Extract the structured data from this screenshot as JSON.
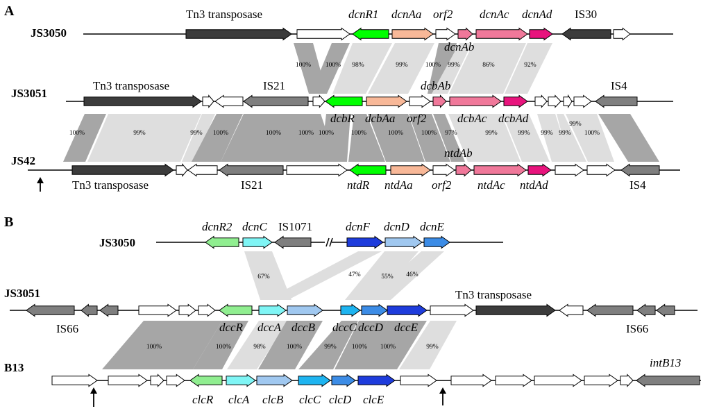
{
  "panels": {
    "A": {
      "letter": "A",
      "strains": {
        "js3050": "JS3050",
        "js3051": "JS3051",
        "js42": "JS42"
      },
      "labels_js3050": [
        "Tn3 transposase",
        "dcnR1",
        "dcnAa",
        "orf2",
        "dcnAb",
        "dcnAc",
        "dcnAd",
        "IS30"
      ],
      "labels_js3051": [
        "Tn3 transposase",
        "IS21",
        "dcbAb",
        "IS4",
        "dcbR",
        "dcbAa",
        "orf2",
        "dcbAc",
        "dcbAd"
      ],
      "labels_js42": [
        "ntdAb",
        "Tn3 transposase",
        "IS21",
        "ntdR",
        "ntdAa",
        "orf2",
        "ntdAc",
        "ntdAd",
        "IS4"
      ],
      "identities_top": [
        "100%",
        "100%",
        "98%",
        "99%",
        "100%",
        "99%",
        "86%",
        "92%"
      ],
      "identities_bottom": [
        "100%",
        "99%",
        "99%",
        "100%",
        "100%",
        "100%",
        "100%",
        "100%",
        "100%",
        "100%",
        "97%",
        "99%",
        "99%",
        "99%",
        "99%",
        "99%",
        "100%"
      ]
    },
    "B": {
      "letter": "B",
      "strains": {
        "js3050": "JS3050",
        "js3051": "JS3051",
        "b13": "B13"
      },
      "labels_js3050": [
        "dcnR2",
        "dcnC",
        "IS1071",
        "dcnF",
        "dcnD",
        "dcnE"
      ],
      "labels_js3051": [
        "Tn3 transposase",
        "IS66",
        "IS66",
        "dccR",
        "dccA",
        "dccB",
        "dccC",
        "dccD",
        "dccE"
      ],
      "labels_b13": [
        "intB13",
        "clcR",
        "clcA",
        "clcB",
        "clcC",
        "clcD",
        "clcE"
      ],
      "identities_top": [
        "67%",
        "47%",
        "55%",
        "46%"
      ],
      "identities_bottom": [
        "100%",
        "100%",
        "98%",
        "100%",
        "99%",
        "100%",
        "100%",
        "99%"
      ]
    }
  },
  "colors": {
    "transposase": "#3c3c3c",
    "insertion": "#7f7f7f",
    "regulator_A": "#00ff00",
    "aa": "#f8b898",
    "ab_ac": "#f0789a",
    "ad": "#e8147d",
    "regulator_B": "#90ee90",
    "gene_A_B": "#7ff5f5",
    "gene_B_B": "#a0c8f0",
    "gene_C": "#1eb4f0",
    "gene_D": "#3c8ce6",
    "gene_E": "#1e3cdc",
    "other": "#ffffff",
    "identity_dark": "#a6a6a6",
    "identity_light": "#dedede"
  }
}
